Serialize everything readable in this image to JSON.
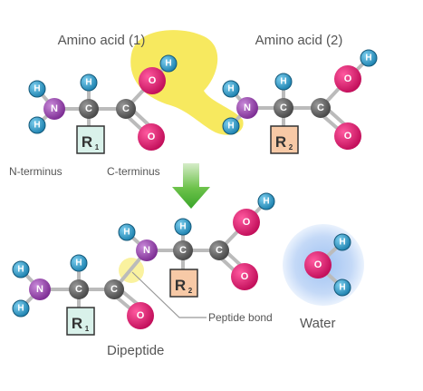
{
  "title_left": "Amino acid (1)",
  "title_right": "Amino acid (2)",
  "n_terminus": "N-terminus",
  "c_terminus": "C-terminus",
  "peptide_bond": "Peptide bond",
  "water": "Water",
  "dipeptide": "Dipeptide",
  "atoms": {
    "h": "H",
    "n": "N",
    "c": "C",
    "o": "O"
  },
  "r_groups": {
    "r1": "R",
    "r1_sub": "1",
    "r2": "R",
    "r2_sub": "2"
  },
  "icons": [
    "reaction-arrow-icon",
    "water-molecule-icon"
  ],
  "colors": {
    "hydrogen": "#1f8fbf",
    "nitrogen": "#9b3fb0",
    "carbon": "#6a6a6a",
    "oxygen": "#e0146f",
    "highlight": "#f2df20",
    "arrow": "#46b42a",
    "r1_fill": "#d9f1ea",
    "r2_fill": "#f7c9a6",
    "water_halo": "#b9d3f5"
  }
}
